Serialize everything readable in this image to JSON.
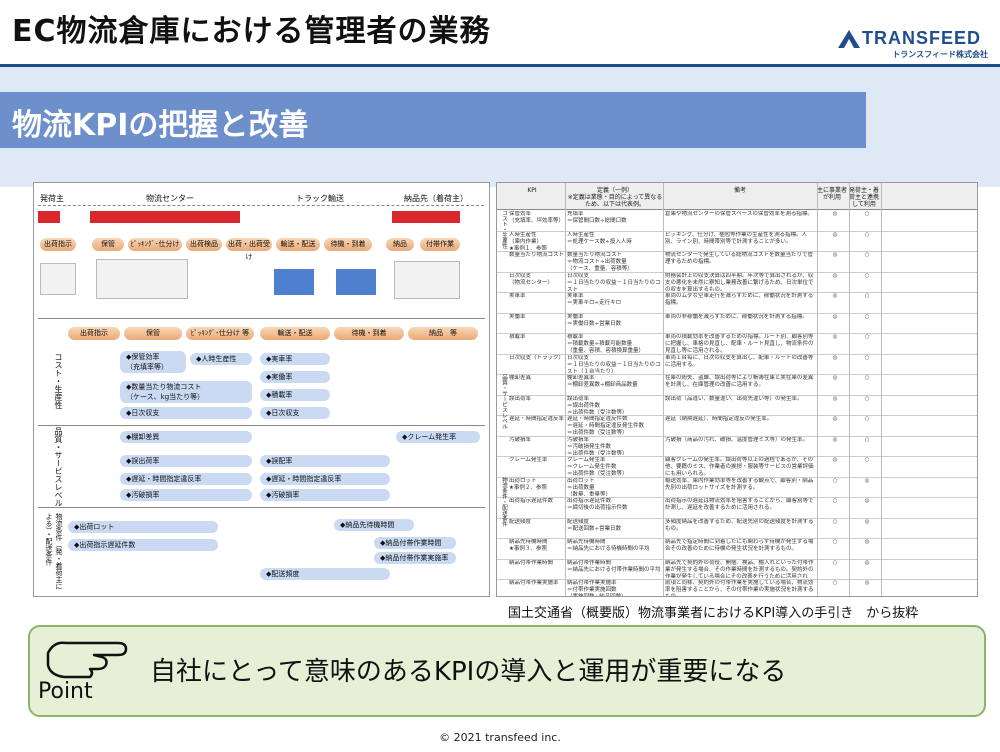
{
  "header": {
    "title": "EC物流倉庫における管理者の業務",
    "logo": "TRANSFEED",
    "logo_sub": "トランスフィード株式会社"
  },
  "subtitle": "物流KPIの把握と改善",
  "flow": {
    "top_labels": [
      "発荷主",
      "物流センター",
      "トラック輸送",
      "納品先（着荷主）"
    ],
    "steps": [
      "出荷指示",
      "保管",
      "ﾋﾟｯｷﾝｸﾞ･仕分け",
      "出荷検品",
      "出荷・出荷受け",
      "輸送・配送",
      "待機・到着",
      "納品",
      "付帯作業"
    ],
    "header_row": [
      "出荷指示",
      "保管",
      "ﾋﾟｯｷﾝｸﾞ･仕分け 等",
      "輸送・配送",
      "待機・到着",
      "納品　等"
    ],
    "sections": [
      "コスト・生産性",
      "品質・サービスレベル",
      "物流条件（発・着荷主による）・配送条件"
    ],
    "bars": [
      "◆保管効率\n（充填率等）",
      "◆人時生産性",
      "◆実車率",
      "◆実働率",
      "◆数量当たり物流コスト\n（ケース、kg当たり等）",
      "◆積載率",
      "◆日次収支",
      "◆日次収支",
      "◆棚卸差異",
      "◆クレーム発生率",
      "◆誤出荷率",
      "◆誤配率",
      "◆遅延・時間指定違反率",
      "◆遅延・時間指定違反率",
      "◆汚破損率",
      "◆汚破損率",
      "◆出荷ロット",
      "◆納品先待機時間",
      "◆出荷指示遅延件数",
      "◆納品付帯作業時間",
      "◆納品付帯作業実施率",
      "◆配送頻度"
    ]
  },
  "table": {
    "headers": [
      "KPI",
      "定義（一例）\n※定義は業態・目的によって異なるため、以下は代表例。",
      "備考",
      "主に事業者が利用",
      "発荷主・着荷主と連携して利用"
    ],
    "rows": [
      {
        "kpi": "保管効率\n（充填率、坪効率等）",
        "def": "充填率\n＝保管間口数÷総間口数",
        "note": "倉庫や物流センターの保管スペースの保管効率を測る指標。",
        "a": "◎",
        "b": "○"
      },
      {
        "kpi": "人時生産性\n（庫内作業）\n★事例１、参照",
        "def": "人時生産性\n＝処理ケース数÷投入人時",
        "note": "ピッキング、仕分け、梱包等作業の生産性を測る指標。人別、ライン別、時間帯別等で計測することが多い。",
        "a": "◎",
        "b": "○"
      },
      {
        "kpi": "数量当たり物流コスト",
        "def": "数量当たり物流コスト\n＝物流コスト÷出荷数量\n（ケース、重量、容積等）",
        "note": "物流センターで発生している総物流コストを数量当たりで管理するための指標。",
        "a": "◎",
        "b": "○"
      },
      {
        "kpi": "日次収支\n（物流センター）",
        "def": "日次収支\n＝１日当たりの収益－１日当たりのコスト",
        "note": "財務会計上の収支決算は四半期、年次等で算出されるが、収支の悪化を未然に察知し業務改善に繋げるため、日次単位での収支を算出するもの。",
        "a": "◎",
        "b": "○"
      },
      {
        "kpi": "実車率",
        "def": "実車率\n＝実車キロ÷走行キロ",
        "note": "車両のムダな空車走行を減らすために、稼働状況を計測する指標。",
        "a": "◎",
        "b": "○"
      },
      {
        "kpi": "実働率",
        "def": "実働率\n＝実働日数÷営業日数",
        "note": "車両の非稼働を減らすために、稼働状況を計測する指標。",
        "a": "◎",
        "b": "○"
      },
      {
        "kpi": "積載率",
        "def": "積載率\n＝積載数量÷積載可能数量\n（重量、容積、容積換算重量）",
        "note": "車両の積載効率を改善するための指標。ルート別、顧客別等に把握し、車格の見直し、配車・ルート見直し、物流条件の見直し等に活用される。",
        "a": "◎",
        "b": "○"
      },
      {
        "kpi": "日次収支（トラック）",
        "def": "日次収支\n＝１日当たりの収益－１日当たりのコスト（１台当たり）",
        "note": "車両１台毎に、日次の収支を算出し、配車・ルートの改善等に活用する。",
        "a": "◎",
        "b": "○"
      },
      {
        "kpi": "棚卸差異",
        "def": "棚卸差異率\n＝棚卸差異数÷棚卸商品数量",
        "note": "在庫の紛失、盗難、誤出荷等により帳簿在庫と実在庫の差異を計測し、在庫管理の改善に活用する。",
        "a": "◎",
        "b": "○"
      },
      {
        "kpi": "誤出荷率",
        "def": "誤出荷率\n＝誤出荷件数\n＝出荷件数（受注数等）",
        "note": "誤出荷（品違い、数量違い、出荷先違い等）の発生率。",
        "a": "◎",
        "b": "○"
      },
      {
        "kpi": "遅延・時間指定違反率",
        "def": "遅延・時間指定違反件数\n＝遅延・時間指定違反発生件数\n＝出荷件数（受注数等）",
        "note": "遅延（納期遅延）、時間指定違反の発生率。",
        "a": "◎",
        "b": "○"
      },
      {
        "kpi": "汚破損率",
        "def": "汚破損率\n＝汚破損発生件数\n＝出荷件数（受注数等）",
        "note": "汚破損（商品の汚れ、破損、温度管理ミス等）の発生率。",
        "a": "◎",
        "b": "○"
      },
      {
        "kpi": "クレーム発生率",
        "def": "クレーム発生率\n＝クレーム発生件数\n＝出荷件数（受注数等）",
        "note": "顧客クレームの発生率。誤出荷等以上の過程であるが、その他、要籍のミス、作業者の挨拶・服装等サービスの営業評価にも用いられる。",
        "a": "◎",
        "b": "○"
      },
      {
        "kpi": "出荷ロット\n★事例２、参照",
        "def": "出荷ロット\n＝出荷数量\n（数量、重量等）",
        "note": "輸送効率、庫内作業効率等を改善する観点で、顧客別・納品先別の出荷ロットサイズを計測する。",
        "a": "○",
        "b": "◎"
      },
      {
        "kpi": "出荷指示遅延件数",
        "def": "出荷指示遅延件数\n＝締切後の出荷指示件数",
        "note": "出荷指示の遅延は物流効率を阻害することから、顧客別等で計測し、遅延を改善するために活用される。",
        "a": "○",
        "b": "◎"
      },
      {
        "kpi": "配送頻度",
        "def": "配送頻度\n＝配送回数÷営業日数",
        "note": "多頻度納品を改善するため、配送先別の配送頻度を計測するもの。",
        "a": "○",
        "b": "◎"
      },
      {
        "kpi": "納品先待機時間\n★事例３、参照",
        "def": "納品先待機時間\n＝納品先における待機時間の平均",
        "note": "納品先で指定時間に到着したにも関わらず待機が発生する場合その改善のために待機の発生状況を計測するもの。",
        "a": "○",
        "b": "◎"
      },
      {
        "kpi": "納品付帯作業時間",
        "def": "納品付帯作業時間\n＝納品先における付帯作業時間の平均",
        "note": "納品先で契約外の荷役、開梱、検品、棚入れといった付帯作業が発生する場合、その作業時間を計測するもの。契約外の作業が発生している場合にその改善を行うために活用される。",
        "a": "○",
        "b": "◎"
      },
      {
        "kpi": "納品付帯作業実施率",
        "def": "納品付帯作業実施率\n＝付帯作業実施回数\n（実施回数÷納品回数）",
        "note": "前項と同様、契約外の付帯作業を実施している場合、物流効率を阻害することから、その付帯作業の実施状況を計測するもの。",
        "a": "○",
        "b": "◎"
      }
    ],
    "sections": [
      "コスト・生産性",
      "品質・サービスレベル",
      "物流条件・配送条件"
    ]
  },
  "source": "国土交通省（概要版）物流事業者におけるKPI導入の手引き　から抜粋",
  "point": {
    "text": "自社にとって意味のあるKPIの導入と運用が重要になる",
    "label": "Point"
  },
  "footer": "© 2021 transfeed inc.",
  "colors": {
    "brand": "#1f4e8c",
    "subtitle_bg": "#6d8fcb",
    "point_bg": "#e6f0d6",
    "roof": "#d9272e"
  }
}
